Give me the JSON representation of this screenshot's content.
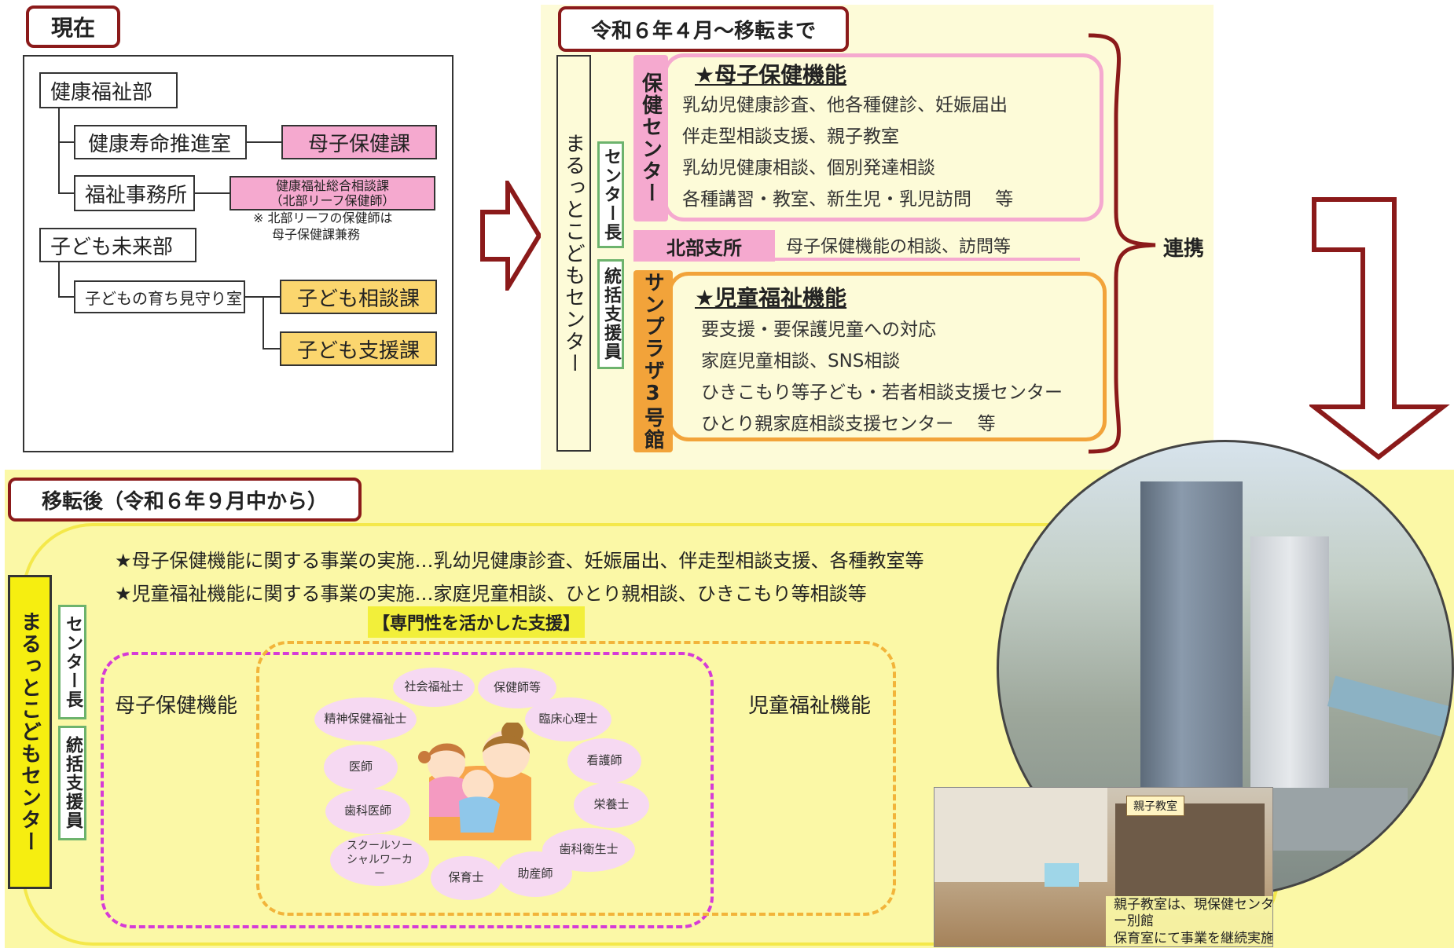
{
  "current": {
    "title": "現在",
    "dept1": "健康福祉部",
    "office1": "健康寿命推進室",
    "div1": "母子保健課",
    "office2": "福祉事務所",
    "div2_line1": "健康福祉総合相談課",
    "div2_line2": "（北部リーフ保健師）",
    "note_line1": "※ 北部リーフの保健師は",
    "note_line2": "母子保健課兼務",
    "dept2": "子ども未来部",
    "office3": "子どもの育ち見守り室",
    "div3": "子ども相談課",
    "div4": "子ども支援課"
  },
  "interim": {
    "title": "令和６年４月～移転まで",
    "center_name": "まるっとこどもセンター",
    "director": "センター長",
    "coordinator": "統括支援員",
    "health_center": "保健センター",
    "maternal_heading": "★母子保健機能",
    "maternal_items": [
      "乳幼児健康診査、他各種健診、妊娠届出",
      "伴走型相談支援、親子教室",
      "乳幼児健康相談、個別発達相談",
      "各種講習・教室、新生児・乳児訪問　 等"
    ],
    "north_branch": "北部支所",
    "north_branch_desc": "母子保健機能の相談、訪問等",
    "sunplaza": "サンプラザ3号館",
    "child_heading": "★児童福祉機能",
    "child_items": [
      "要支援・要保護児童への対応",
      "家庭児童相談、SNS相談",
      "ひきこもり等子ども・若者相談支援センター",
      "ひとり親家庭相談支援センター　 等"
    ],
    "cooperation": "連携"
  },
  "after": {
    "title": "移転後（令和６年９月中から）",
    "line1": "★母子保健機能に関する事業の実施…乳幼児健康診査、妊娠届出、伴走型相談支援、各種教室等",
    "line2": "★児童福祉機能に関する事業の実施…家庭児童相談、ひとり親相談、ひきこもり等相談等",
    "specialty": "【専門性を活かした支援】",
    "center_name": "まるっとこどもセンター",
    "director": "センター長",
    "coordinator": "統括支援員",
    "maternal_label": "母子保健機能",
    "child_label": "児童福祉機能",
    "professions": [
      "社会福祉士",
      "保健師等",
      "精神保健福祉士",
      "臨床心理士",
      "医師",
      "看護師",
      "栄養士",
      "歯科医師",
      "歯科衛生士",
      "スクールソーシャルワーカー",
      "保育士",
      "助産師"
    ],
    "photo_caption_line1": "親子教室は、現保健センター別館",
    "photo_caption_line2": "保育室にて事業を継続実施",
    "room_sign": "親子教室"
  },
  "colors": {
    "dark_red": "#8b1a1a",
    "pink": "#f5a9cf",
    "yellow_box": "#fbd66e",
    "cream_bg": "#fdfbd8",
    "yellow_bg": "#fbf8a6",
    "orange": "#f2a33a",
    "magenta_dash": "#d63bd6",
    "green_border": "#6db36d"
  }
}
